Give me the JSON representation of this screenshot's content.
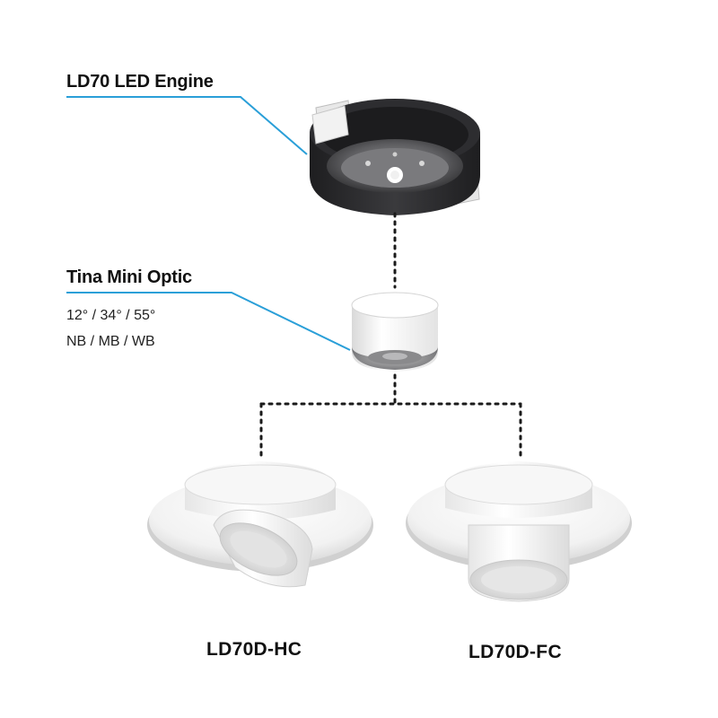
{
  "engine": {
    "title": "LD70 LED Engine"
  },
  "optic": {
    "title": "Tina Mini Optic",
    "beam_angles": "12° / 34° / 55°",
    "beam_codes": "NB / MB / WB"
  },
  "products": {
    "left": "LD70D-HC",
    "right": "LD70D-FC"
  },
  "colors": {
    "leader_line": "#2a9fd8",
    "dotted_line": "#1a1a1a",
    "engine_body": "#2b2b2d",
    "fixture_white": "#ffffff"
  }
}
